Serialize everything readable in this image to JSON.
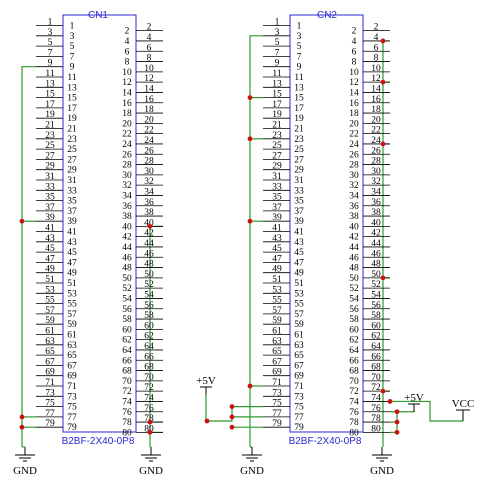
{
  "connectors": [
    {
      "id": "cn1",
      "title": "CN1",
      "part": "B2BF-2X40-0P8",
      "pin_count": 80
    },
    {
      "id": "cn2",
      "title": "CN2",
      "part": "B2BF-2X40-0P8",
      "pin_count": 80
    }
  ],
  "net_labels": {
    "gnd": "GND",
    "plus5v": "+5V",
    "vcc": "VCC"
  },
  "colors": {
    "body": "#2a2ad0",
    "wire": "#2e9a2e",
    "pin_line": "#000000",
    "junction": "#cc1111"
  }
}
